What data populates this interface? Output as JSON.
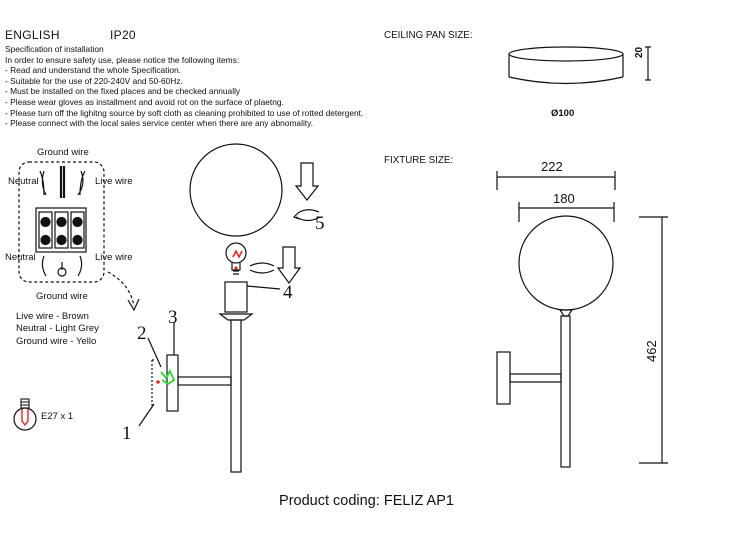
{
  "header": {
    "language": "ENGLISH",
    "ip_rating": "IP20"
  },
  "specification": {
    "title": "Specification of installation",
    "lines": [
      "In order to ensure safety use, please notice the following items:",
      "- Read and understand the whole Specification.",
      "- Suitable for the use of 220-240V and 50-60Hz.",
      "- Must be installed on the fixed places and be checked annually",
      "- Please wear gloves as installment and avoid rot on the surface of plaetng.",
      "- Please turn off the lighitng source by soft cloth as cleaning prohibited to use of rotted detergent.",
      "- Please connect with the local sales service center when there are any abnomality."
    ]
  },
  "wiring": {
    "ground_wire_top": "Ground wire",
    "neutral_top": "Neutral",
    "live_top": "Live wire",
    "neutral_bottom": "Neutral",
    "live_bottom": "Live wire",
    "ground_wire_bottom": "Ground wire"
  },
  "legend": {
    "live": "Live wire - Brown",
    "neutral": "Neutral - Light Grey",
    "ground": "Ground wire - Yello"
  },
  "bulb": {
    "label": "E27 x 1"
  },
  "steps": {
    "s1": "1",
    "s2": "2",
    "s3": "3",
    "s4": "4",
    "s5": "5"
  },
  "ceiling_pan": {
    "title": "CEILING PAN  SIZE:",
    "height": "20",
    "diameter": "Ø100"
  },
  "fixture": {
    "title": "FIXTURE SIZE:",
    "width_total": "222",
    "globe_diameter": "180",
    "height": "462"
  },
  "product_coding": "Product coding: FELIZ AP1",
  "colors": {
    "bulb_red": "#e0282a",
    "wire_green": "#2fd52f",
    "line": "#111111"
  }
}
